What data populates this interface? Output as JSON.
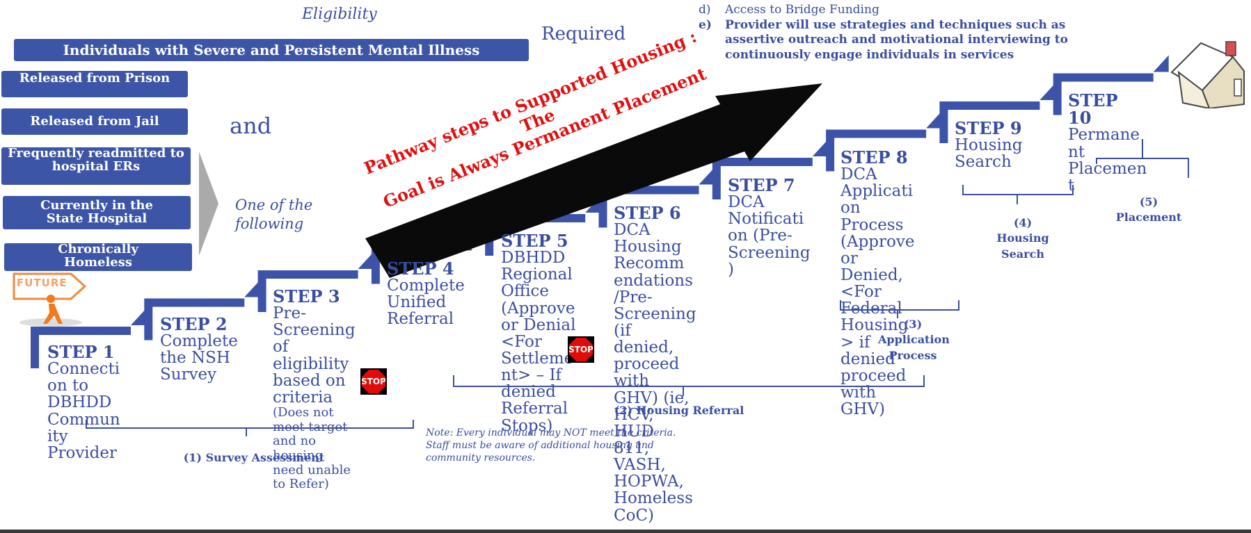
{
  "header": {
    "eligibility": "Eligibility",
    "required": "Required",
    "and": "and",
    "one_of": "One of the following",
    "banner": "Individuals with Severe and Persistent Mental Illness"
  },
  "criteria": [
    "Released from Prison",
    "Released from Jail",
    "Frequently readmitted to hospital ERs",
    "Currently in  the State Hospital",
    "Chronically Homeless"
  ],
  "future_label": "FUTURE",
  "notes": {
    "d": {
      "marker": "d)",
      "text": "Access to Bridge Funding"
    },
    "e": {
      "marker": "e)",
      "text": "Provider will use strategies and techniques such as assertive outreach and motivational interviewing to continuously engage individuals in services"
    }
  },
  "arrow_text": {
    "line1": "Pathway steps to Supported Housing : The",
    "line2": "Goal is Always Permanent Placement"
  },
  "steps": [
    {
      "num": "STEP 1",
      "text": "Connecti on to DBHDD Commun ity Provider"
    },
    {
      "num": "STEP 2",
      "text": "Complete the NSH Survey"
    },
    {
      "num": "STEP 3",
      "text": "Pre-Screening of eligibility based on criteria",
      "small": "(Does not meet target and no housing need unable to Refer)"
    },
    {
      "num": "STEP 4",
      "text": "Complete Unified Referral"
    },
    {
      "num": "STEP 5",
      "text": "DBHDD Regional Office (Approve or Denial <For Settleme nt> – If denied Referral Stops)"
    },
    {
      "num": "STEP 6",
      "text": "DCA Housing Recomm endations /Pre-Screening (if denied, proceed with GHV) (ie, HCV, HUD 811, VASH, HOPWA, Homeless CoC)"
    },
    {
      "num": "STEP 7",
      "text": "DCA Notificati on (Pre-Screening )"
    },
    {
      "num": "STEP 8",
      "text": "DCA Applicati on Process (Approve or Denied, <For Federal Housing > if denied proceed with GHV)"
    },
    {
      "num": "STEP 9",
      "text": "Housing Search"
    },
    {
      "num": "STEP 10",
      "text": "Permane nt Placemen t"
    }
  ],
  "groups": [
    "(1) Survey Assessment",
    "(2) Housing Referral",
    "(3) Application Process",
    "(4) Housing Search",
    "(5) Placement"
  ],
  "footnote": "Note: Every individual may NOT meet the criteria. Staff must be aware of additional housing and  community resources.",
  "stop_label": "STOP",
  "colors": {
    "blue": "#3d55a6",
    "text_blue": "#3a4ea0",
    "red": "#e20b0b",
    "stair": "#3c53a8"
  }
}
